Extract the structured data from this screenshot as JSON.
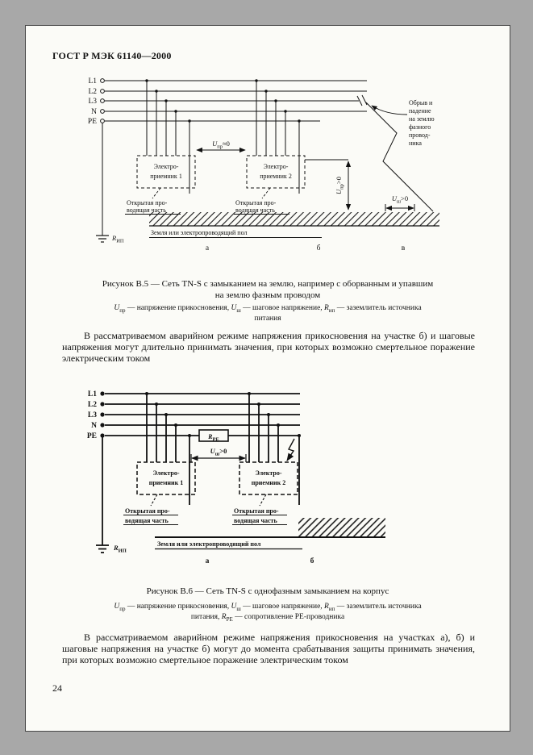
{
  "page": {
    "header": "ГОСТ Р МЭК 61140—2000",
    "number": "24"
  },
  "fig5": {
    "bus": [
      "L1",
      "L2",
      "L3",
      "N",
      "PE"
    ],
    "box1": [
      "Электро-",
      "приемник 1"
    ],
    "box2": [
      "Электро-",
      "приемник 2"
    ],
    "open_part": [
      "Открытая про-",
      "водящая часть"
    ],
    "ground": "Земля или электропроводящий пол",
    "zones": [
      "а",
      "б",
      "в"
    ],
    "break_note": [
      "Обрыв и",
      "падение",
      "на землю",
      "фазного",
      "провод-",
      "ника"
    ],
    "u_pr_zero": {
      "b": "U",
      "s": "пр",
      "r": "≈0"
    },
    "u_pr_pos": {
      "b": "U",
      "s": "пр",
      "r": ">0"
    },
    "u_sh": {
      "b": "U",
      "s": "ш",
      "r": ">0"
    },
    "r_ip": {
      "b": "R",
      "s": "ИП"
    },
    "caption_lines": [
      "Рисунок В.5 — Сеть TN-S с замыканием на землю, например с оборванным и упавшим",
      "на землю фазным проводом"
    ],
    "legend_line1": [
      {
        "t": "U",
        "i": 1
      },
      {
        "t": "пр",
        "s": 1
      },
      {
        "t": " — напряжение прикосновения, "
      },
      {
        "t": "U",
        "i": 1
      },
      {
        "t": "ш",
        "s": 1
      },
      {
        "t": " — шаговое напряжение, "
      },
      {
        "t": "R",
        "i": 1
      },
      {
        "t": "ип",
        "s": 1
      },
      {
        "t": " — заземлитель источника"
      }
    ],
    "legend_line2": [
      {
        "t": "питания"
      }
    ]
  },
  "fig6": {
    "bus": [
      "L1",
      "L2",
      "L3",
      "N",
      "PE"
    ],
    "box1": [
      "Электро-",
      "приемник 1"
    ],
    "box2": [
      "Электро-",
      "приемник 2"
    ],
    "open_part": [
      "Открытая про-",
      "водящая часть"
    ],
    "ground": "Земля или электропроводящий пол",
    "zones": [
      "а",
      "б"
    ],
    "u_sh": {
      "b": "U",
      "s": "ш",
      "r": ">0"
    },
    "r_pe": {
      "b": "R",
      "s": "PE"
    },
    "r_ip": {
      "b": "R",
      "s": "ИП"
    },
    "caption": "Рисунок В.6 — Сеть TN-S с однофазным замыканием на корпус",
    "legend_line1": [
      {
        "t": "U",
        "i": 1
      },
      {
        "t": "пр",
        "s": 1
      },
      {
        "t": " — напряжение прикосновения, "
      },
      {
        "t": "U",
        "i": 1
      },
      {
        "t": "ш",
        "s": 1
      },
      {
        "t": " — шаговое напряжение, "
      },
      {
        "t": "R",
        "i": 1
      },
      {
        "t": "ип",
        "s": 1
      },
      {
        "t": " — заземлитель источника"
      }
    ],
    "legend_line2": [
      {
        "t": "питания, "
      },
      {
        "t": "R",
        "i": 1
      },
      {
        "t": "PE",
        "s": 1
      },
      {
        "t": " — сопротивление PE-проводника"
      }
    ]
  },
  "text": {
    "para5": "В рассматриваемом аварийном режиме напряжения прикосновения на участке б) и шаговые напряжения могут длительно принимать значения, при которых возможно смертельное поражение электрическим током",
    "para6": "В рассматриваемом аварийном режиме напряжения прикосновения на участках а), б) и шаговые напряжения на участке б) могут до момента срабатывания защиты принимать значения, при которых возможно смертельное поражение электрическим током"
  }
}
